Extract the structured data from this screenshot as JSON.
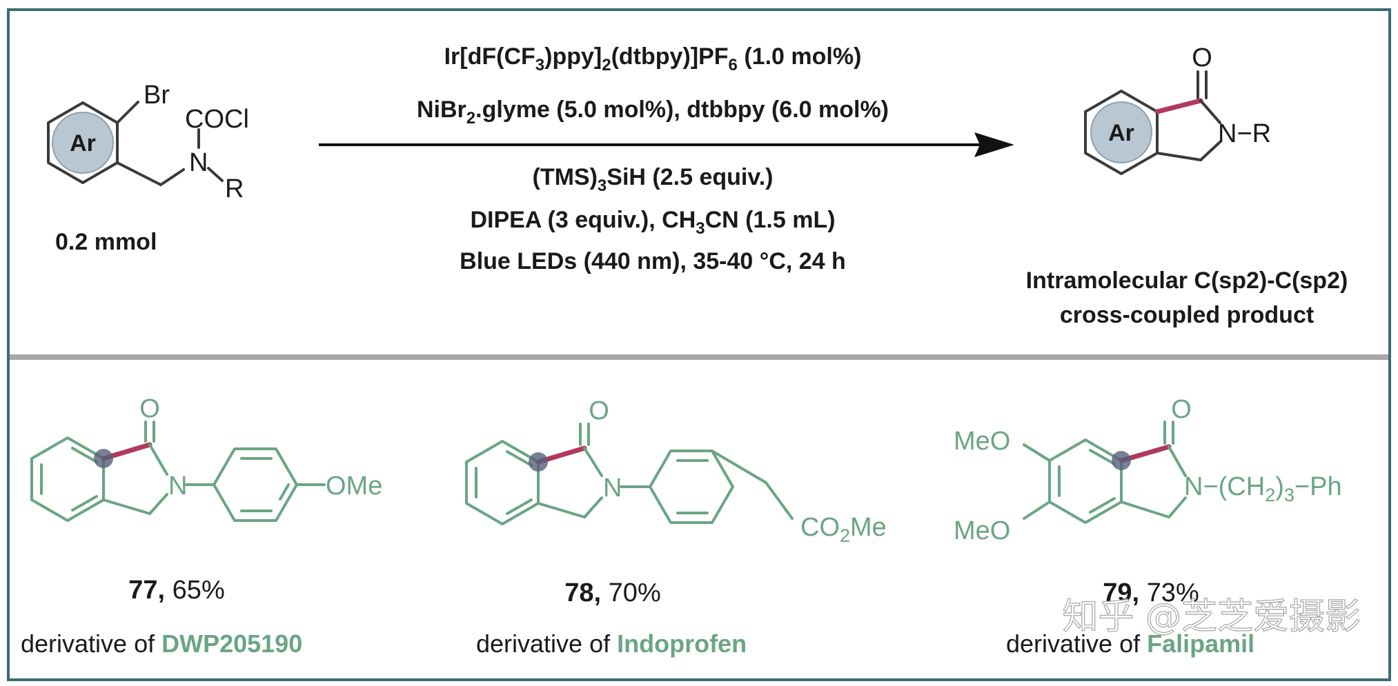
{
  "top_panel": {
    "reactant": {
      "ring_label": "Ar",
      "br": "Br",
      "cocl": "COCl",
      "n": "N",
      "r": "R",
      "amount": "0.2 mmol"
    },
    "conditions_above": {
      "line1": {
        "pre": "Ir[dF(CF",
        "sub1": "3",
        "mid": ")ppy]",
        "sub2": "2",
        "mid2": "(dtbpy)]PF",
        "sub3": "6",
        "post": " (1.0 mol%)"
      },
      "line2": {
        "pre": "NiBr",
        "sub1": "2",
        "post": ".glyme (5.0 mol%), dtbbpy (6.0 mol%)"
      }
    },
    "conditions_below": {
      "line1": {
        "pre": "(TMS)",
        "sub1": "3",
        "post": "SiH (2.5 equiv.)"
      },
      "line2": {
        "pre": "DIPEA (3 equiv.), CH",
        "sub1": "3",
        "post": "CN (1.5 mL)"
      },
      "line3": "Blue LEDs (440 nm), 35-40 °C, 24 h"
    },
    "product": {
      "ring_label": "Ar",
      "o": "O",
      "n_r": "N−R",
      "caption_line1": "Intramolecular C(sp2)-C(sp2)",
      "caption_line2": "cross-coupled product"
    }
  },
  "examples": [
    {
      "id": "77",
      "yield": "65%",
      "o": "O",
      "n": "N",
      "substituent": "OMe",
      "desc_prefix": "derivative of ",
      "drug": "DWP205190"
    },
    {
      "id": "78",
      "yield": "70%",
      "o": "O",
      "n": "N",
      "substituent_pre": "CO",
      "substituent_sub": "2",
      "substituent_post": "Me",
      "desc_prefix": "derivative of ",
      "drug": "Indoprofen"
    },
    {
      "id": "79",
      "yield": "73%",
      "o": "O",
      "n": "N",
      "meo1": "MeO",
      "meo2": "MeO",
      "chain_pre": "N−(CH",
      "chain_sub": "2",
      "chain_mid": ")",
      "chain_sub2": "3",
      "chain_post": "−Ph",
      "desc_prefix": "derivative of ",
      "drug": "Falipamil"
    }
  ],
  "watermark": "知乎 @芝芝爱摄影",
  "colors": {
    "frame": "#3d6b73",
    "divider": "#a8a8a8",
    "green": "#6aa583",
    "red_bond": "#b03a5b",
    "ar_circle": "#b9c7d3",
    "dot": "#56607a"
  }
}
